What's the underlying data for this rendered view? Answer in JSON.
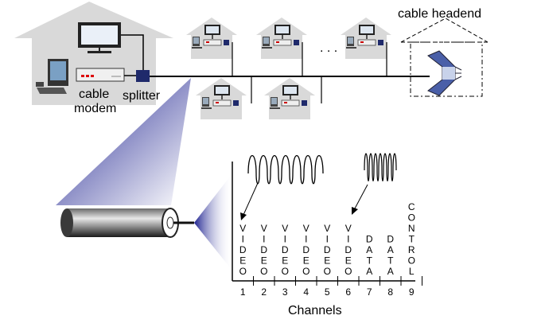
{
  "diagram": {
    "labels": {
      "cable_headend": "cable headend",
      "cable_modem_line1": "cable",
      "cable_modem_line2": "modem",
      "splitter": "splitter",
      "ellipsis": ". . .",
      "channels_axis": "Channels"
    },
    "channels": [
      {
        "number": "1",
        "letters": [
          "V",
          "I",
          "D",
          "E",
          "O"
        ]
      },
      {
        "number": "2",
        "letters": [
          "V",
          "I",
          "D",
          "E",
          "O"
        ]
      },
      {
        "number": "3",
        "letters": [
          "V",
          "I",
          "D",
          "E",
          "O"
        ]
      },
      {
        "number": "4",
        "letters": [
          "V",
          "I",
          "D",
          "E",
          "O"
        ]
      },
      {
        "number": "5",
        "letters": [
          "V",
          "I",
          "D",
          "E",
          "O"
        ]
      },
      {
        "number": "6",
        "letters": [
          "V",
          "I",
          "D",
          "E",
          "O"
        ]
      },
      {
        "number": "7",
        "letters": [
          "D",
          "A",
          "T",
          "A"
        ]
      },
      {
        "number": "8",
        "letters": [
          "D",
          "A",
          "T",
          "A"
        ]
      },
      {
        "number": "9",
        "letters": [
          "C",
          "O",
          "N",
          "T",
          "R",
          "O",
          "L"
        ]
      }
    ],
    "colors": {
      "house_fill": "#d9d9d9",
      "cable_line": "#000000",
      "splitter_fill": "#1f2a6b",
      "spotlight_blue": "#2b2f9e",
      "headend_blue": "#4a5fa8"
    }
  }
}
